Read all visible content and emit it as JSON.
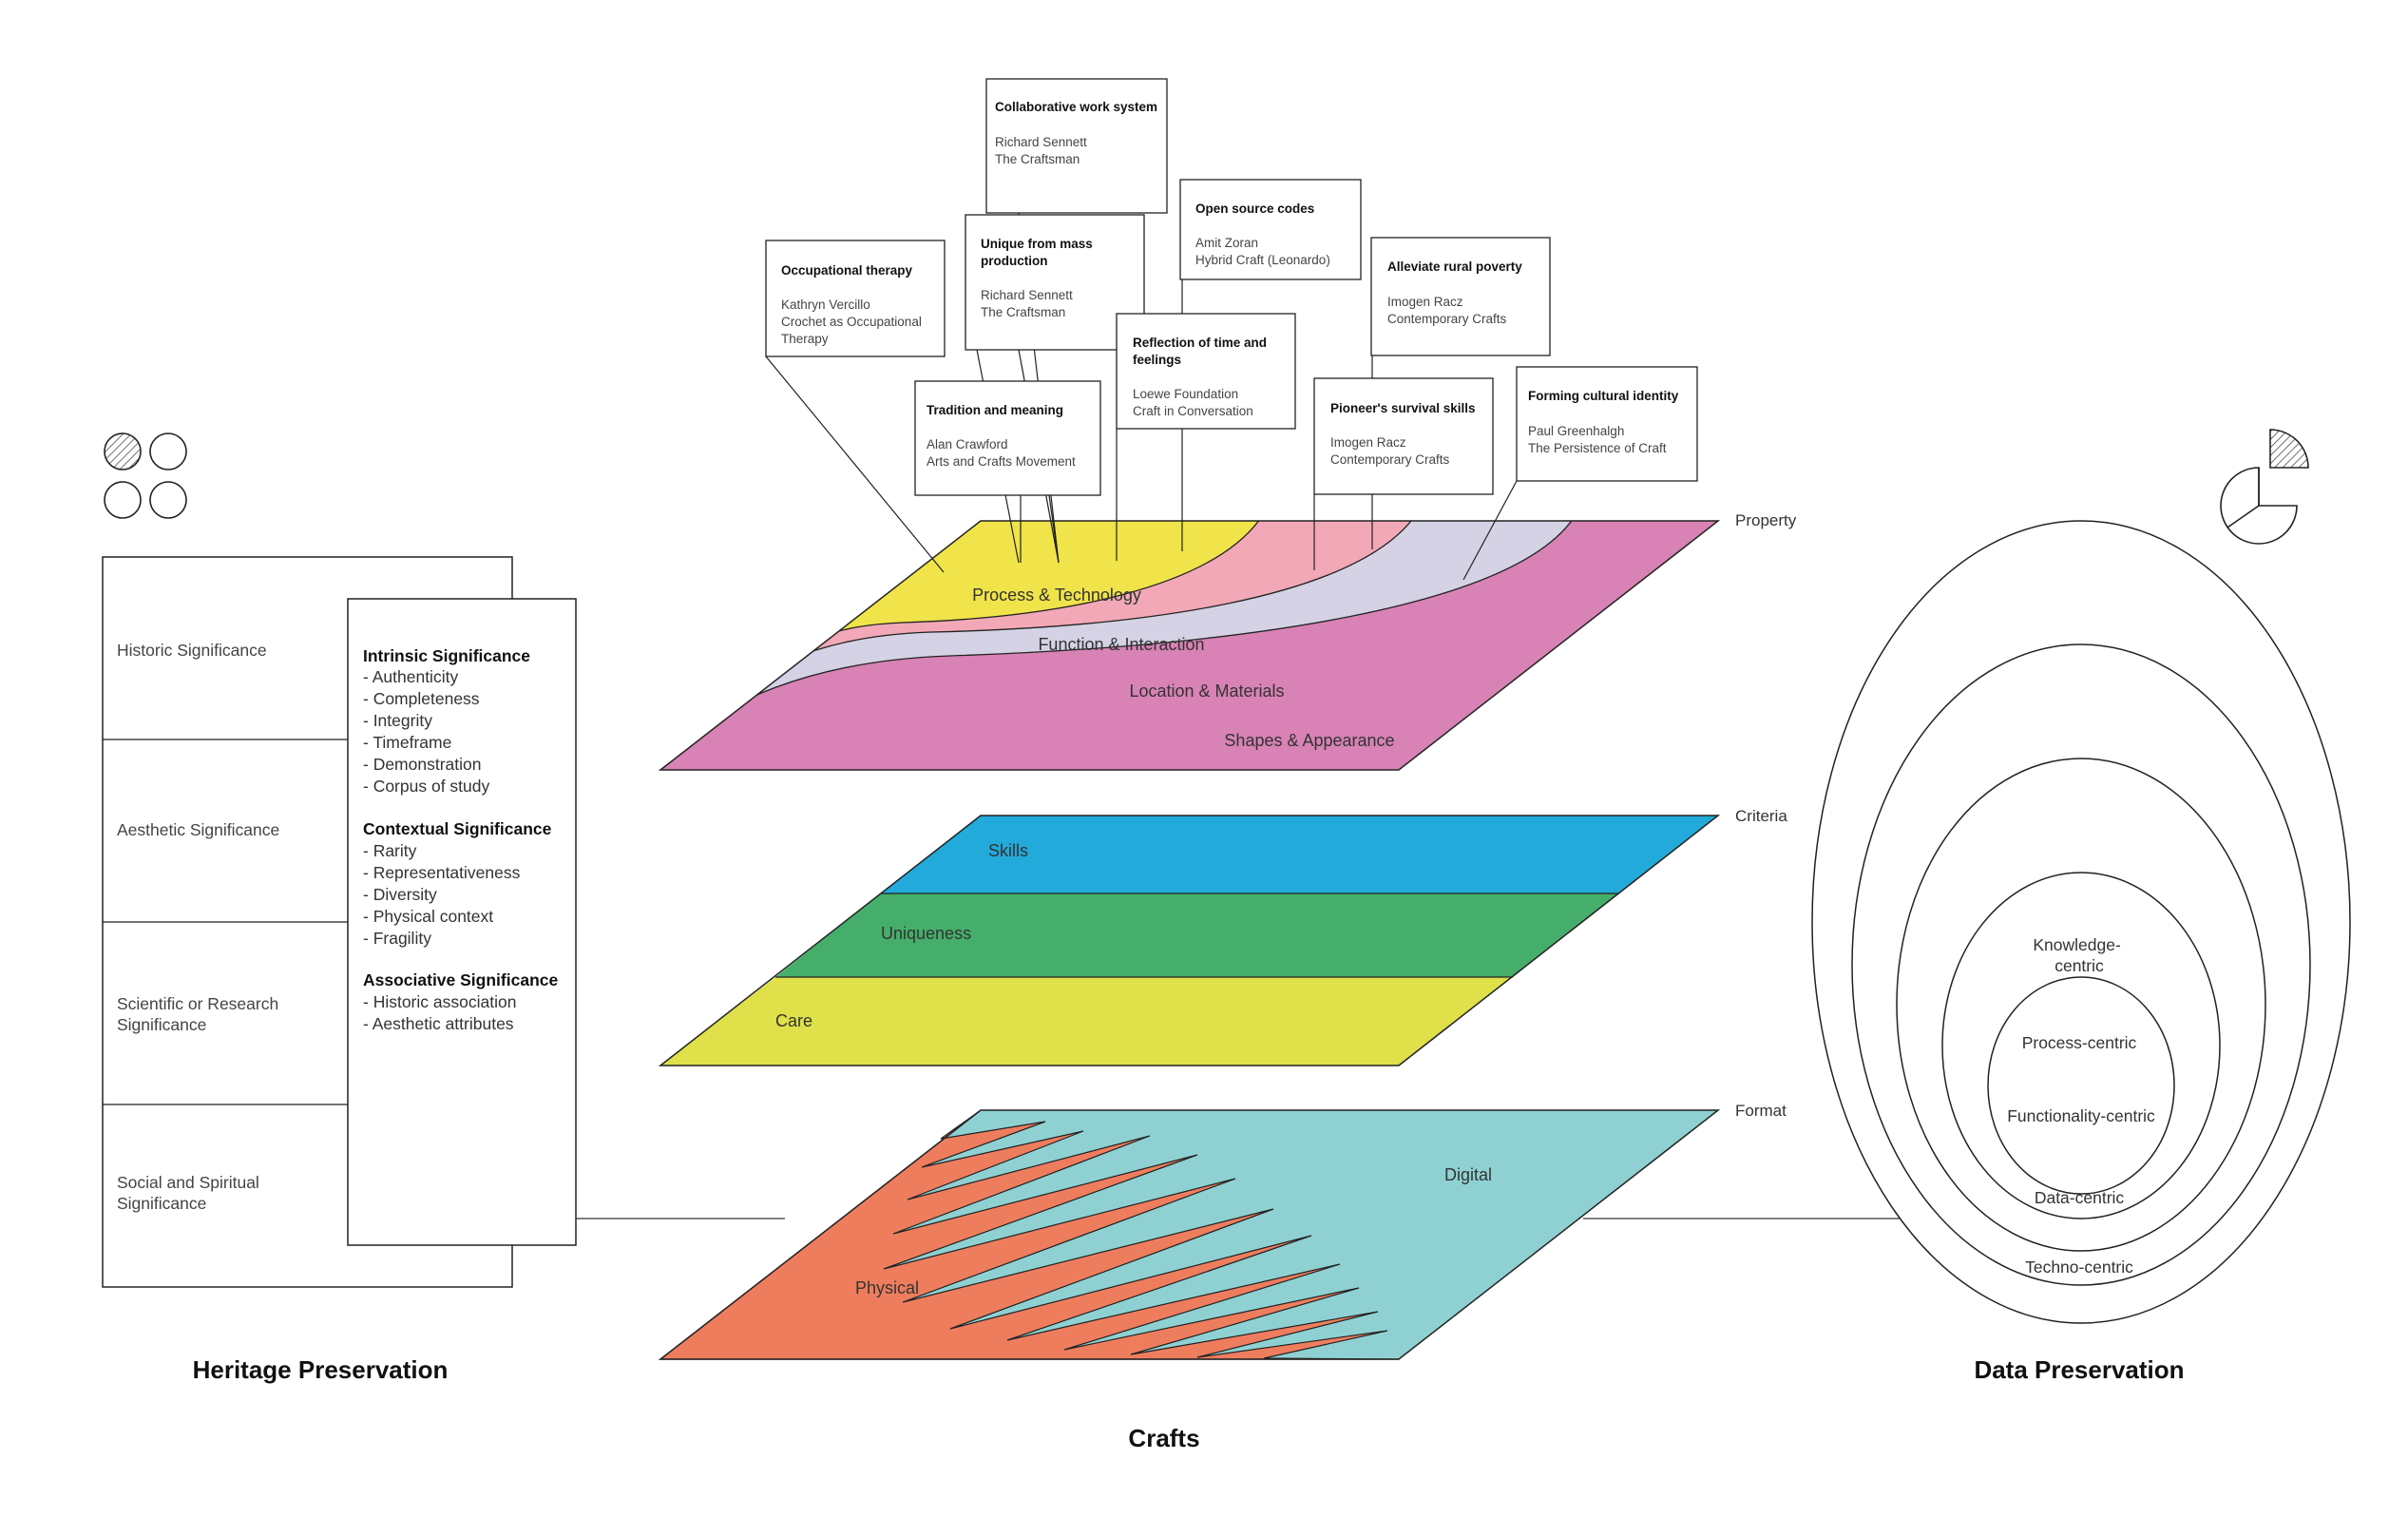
{
  "heritage": {
    "title": "Heritage Preservation",
    "rows": [
      "Historic Significance",
      "Aesthetic Significance",
      "Scientific or Research Significance",
      "Social and Spiritual Significance"
    ],
    "groups": [
      {
        "heading": "Intrinsic Significance",
        "items": [
          "- Authenticity",
          "- Completeness",
          "- Integrity",
          "- Timeframe",
          "- Demonstration",
          "- Corpus of study"
        ]
      },
      {
        "heading": "Contextual Significance",
        "items": [
          "- Rarity",
          "- Representativeness",
          "- Diversity",
          "- Physical context",
          "- Fragility"
        ]
      },
      {
        "heading": "Associative Significance",
        "items": [
          "- Historic association",
          "- Aesthetic attributes"
        ]
      }
    ]
  },
  "crafts": {
    "title": "Crafts",
    "layers": {
      "property": "Property",
      "criteria": "Criteria",
      "format": "Format"
    },
    "property_bands": [
      {
        "label": "Process & Technology",
        "color": "#f0e44a"
      },
      {
        "label": "Function & Interaction",
        "color": "#f2a8b6"
      },
      {
        "label": "Location & Materials",
        "color": "#d4d2e4"
      },
      {
        "label": "Shapes & Appearance",
        "color": "#d882b5"
      }
    ],
    "criteria_bands": [
      {
        "label": "Skills",
        "color": "#22aadb"
      },
      {
        "label": "Uniqueness",
        "color": "#45ae6a"
      },
      {
        "label": "Care",
        "color": "#dfe04a"
      }
    ],
    "format_bands": [
      {
        "label": "Physical",
        "color": "#ee7d5e"
      },
      {
        "label": "Digital",
        "color": "#8fd1d2"
      }
    ],
    "cards": [
      {
        "title": "Collaborative work system",
        "lines": [
          "Richard Sennett",
          "The Craftsman"
        ]
      },
      {
        "title": "Open source codes",
        "lines": [
          "Amit Zoran",
          "Hybrid Craft (Leonardo)"
        ]
      },
      {
        "title": "Unique from mass production",
        "lines": [
          "Richard Sennett",
          "The Craftsman"
        ]
      },
      {
        "title": "Alleviate rural poverty",
        "lines": [
          "Imogen Racz",
          "Contemporary Crafts"
        ]
      },
      {
        "title": "Occupational therapy",
        "lines": [
          "Kathryn Vercillo",
          "Crochet as Occupational",
          "Therapy"
        ]
      },
      {
        "title": "Reflection of time and feelings",
        "lines": [
          "Loewe Foundation",
          "Craft in Conversation"
        ]
      },
      {
        "title": "Tradition and meaning",
        "lines": [
          "Alan Crawford",
          "Arts and Crafts Movement"
        ]
      },
      {
        "title": "Forming cultural identity",
        "lines": [
          "Paul Greenhalgh",
          "The Persistence of Craft"
        ]
      },
      {
        "title": "Pioneer's survival skills",
        "lines": [
          "Imogen Racz",
          "Contemporary Crafts"
        ]
      }
    ]
  },
  "data_preservation": {
    "title": "Data Preservation",
    "rings": [
      "Knowledge-centric",
      "Process-centric",
      "Functionality-centric",
      "Data-centric",
      "Techno-centric"
    ]
  }
}
